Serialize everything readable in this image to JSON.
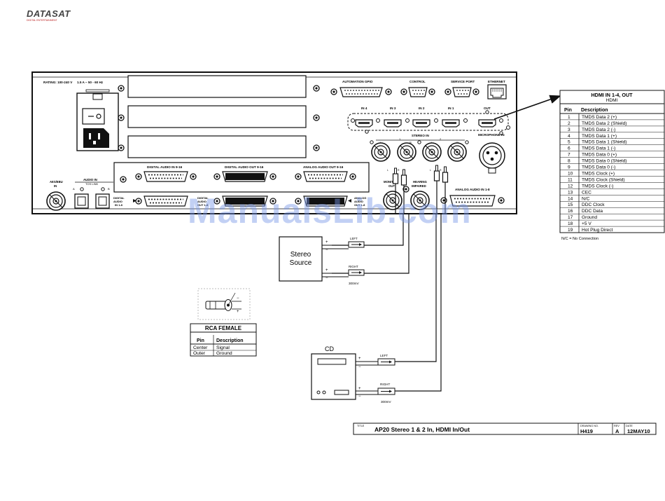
{
  "logo": {
    "name": "DATASAT",
    "tagline": "DIGITAL ENTERTAINMENT"
  },
  "panel": {
    "rating": "RATING: 100-240 V",
    "current": "1.5 A ~ 50 - 60 Hz",
    "section_labels": {
      "automation_gpio": "AUTOMATION GPIO",
      "control": "CONTROL",
      "service_port": "SERVICE PORT",
      "ethernet": "ETHERNET",
      "digital_audio_in_9_16": "DIGITAL AUDIO IN 9-16",
      "digital_audio_out_9_16": "DIGITAL AUDIO OUT 9-16",
      "analog_audio_out_9_16": "ANALOG AUDIO OUT 9-16",
      "stereo_in": "STEREO IN",
      "microphone_in": "MICROPHONE IN",
      "monitor_out_1": "MONITOR",
      "monitor_out_2": "OUT",
      "hearing_1": "HEARING",
      "hearing_2": "IMPAIRED",
      "analog_audio_in_1_8": "ANALOG AUDIO IN 1-8",
      "aes_ebu_1": "AES/EBU",
      "aes_ebu_2": "IN",
      "audio_in": "AUDIO IN",
      "tos_link": "TOS LINK",
      "tos_a": "A",
      "tos_b": "B",
      "digital_audio_1": "DIGITAL",
      "digital_audio_2": "AUDIO",
      "digital_audio_3": "IN 1-8",
      "digital_audio_out_1": "DIGITAL",
      "digital_audio_out_2": "AUDIO",
      "digital_audio_out_3": "OUT 1-8",
      "analog_audio_out_1": "ANALOG",
      "analog_audio_out_2": "AUDIO",
      "analog_audio_out_3": "OUT 1-8"
    },
    "hdmi_ports": [
      "IN 4",
      "IN 3",
      "IN 2",
      "IN 1",
      "OUT"
    ],
    "stereo_channels": [
      "1",
      "2"
    ],
    "lr": [
      "L",
      "R"
    ]
  },
  "hdmi_table": {
    "title": "HDMI IN 1-4, OUT",
    "subtitle": "HDMI",
    "col_pin": "Pin",
    "col_desc": "Description",
    "rows": [
      [
        "1",
        "TMDS Data 2 (+)"
      ],
      [
        "2",
        "TMDS Data 2 (Shield)"
      ],
      [
        "3",
        "TMDS Data 2 (-)"
      ],
      [
        "4",
        "TMDS Data 1 (+)"
      ],
      [
        "5",
        "TMDS Data 1 (Shield)"
      ],
      [
        "6",
        "TMDS Data 1 (-)"
      ],
      [
        "7",
        "TMDS Data 0 (+)"
      ],
      [
        "8",
        "TMDS Data 0 (Shield)"
      ],
      [
        "9",
        "TMDS Data 0 (-)"
      ],
      [
        "10",
        "TMDS Clock (+)"
      ],
      [
        "11",
        "TMDS Clock (Shield)"
      ],
      [
        "12",
        "TMDS Clock (-)"
      ],
      [
        "13",
        "CEC"
      ],
      [
        "14",
        "N/C"
      ],
      [
        "15",
        "DDC Clock"
      ],
      [
        "16",
        "DDC Data"
      ],
      [
        "17",
        "Ground"
      ],
      [
        "18",
        "+5 V"
      ],
      [
        "19",
        "Hot Plug Direct"
      ]
    ],
    "note": "N/C = No Connection"
  },
  "stereo_source": {
    "label_1": "Stereo",
    "label_2": "Source",
    "plus": "+",
    "minus": "−",
    "left": "LEFT",
    "right": "RIGHT",
    "level": "300mV"
  },
  "rca_table": {
    "title": "RCA FEMALE",
    "col_pin": "Pin",
    "col_desc": "Description",
    "rows": [
      [
        "Center",
        "Signal"
      ],
      [
        "Outer",
        "Ground"
      ]
    ],
    "plus": "+",
    "minus": "−"
  },
  "cd": {
    "label": "CD",
    "plus": "+",
    "minus": "−",
    "left": "LEFT",
    "right": "RIGHT",
    "level": "300mV"
  },
  "title_block": {
    "title_label": "TITLE",
    "title": "AP20 Stereo 1 & 2 In, HDMI In/Out",
    "drawing_label": "DRAWING NO.",
    "drawing": "H419",
    "rev_label": "REV",
    "rev": "A",
    "date_label": "DATE",
    "date": "12MAY10"
  },
  "watermark": "ManualsLib.com"
}
